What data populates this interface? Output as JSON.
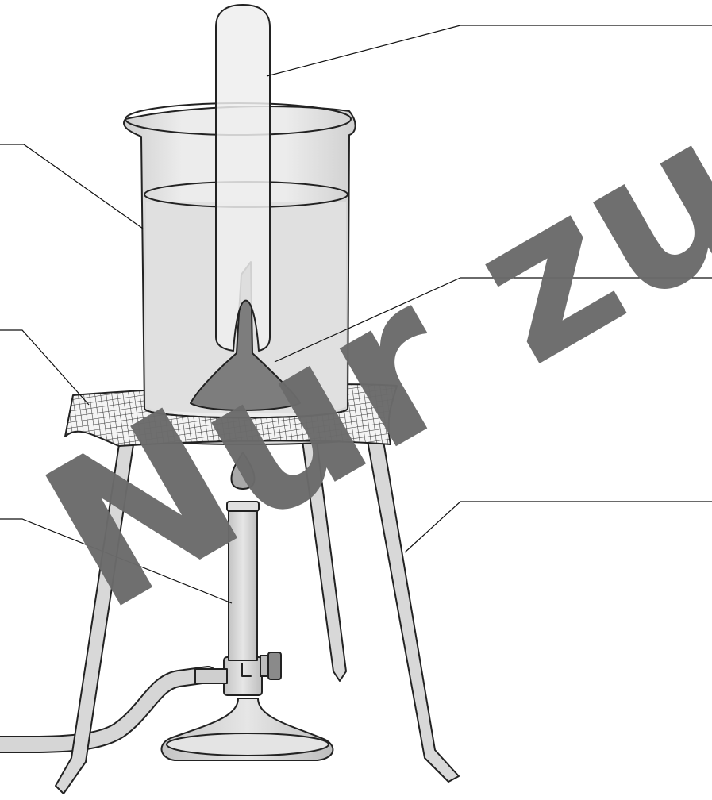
{
  "diagram": {
    "parts": [
      "test-tube",
      "beaker",
      "wire-gauze",
      "bunsen-burner",
      "tripod-stand",
      "funnel",
      "flame",
      "gas-hose",
      "water"
    ],
    "labels": [
      "",
      "",
      "",
      "",
      ""
    ]
  },
  "watermark": {
    "text": "Nur zur Ansicht",
    "color": "#6b6b6b"
  },
  "colors": {
    "glass": "#f3f3f3",
    "liquid": "#e2e2e2",
    "metal": "#d4d4d4",
    "funnel": "#7d7d7d",
    "flame": "#aaaaaa",
    "ink": "#222222"
  }
}
